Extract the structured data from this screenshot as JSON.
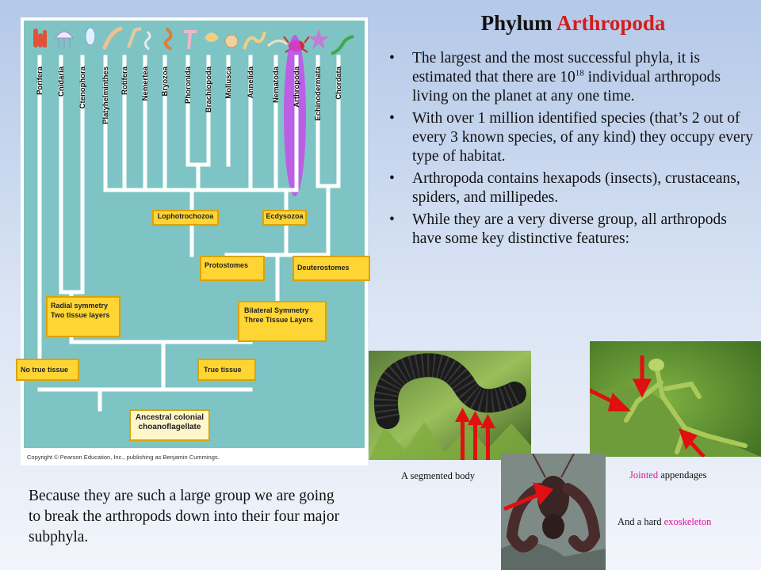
{
  "title": {
    "part1": "Phylum ",
    "part2": "Arthropoda"
  },
  "bullets": [
    {
      "text_before": "The largest and the most successful phyla, it is estimated that there are 10",
      "superscript": "18",
      "text_after": " individual arthropods living on the planet at any one time."
    },
    {
      "text": "With over 1 million identified species (that’s 2 out of every 3 known species, of any kind) they occupy every type of habitat."
    },
    {
      "text": "Arthropoda contains hexapods (insects), crustaceans, spiders, and millipedes."
    },
    {
      "text": "While they are a very diverse group, all arthropods have some key distinctive features:"
    }
  ],
  "bottom_text": "Because they are such a large group we are going to break the arthropods down into their four major subphyla.",
  "tree": {
    "taxa": [
      "Porifera",
      "Cnidaria",
      "Ctenophora",
      "Platyhelminthes",
      "Rotifera",
      "Nemertea",
      "Bryozoa",
      "Phoronida",
      "Brachiopoda",
      "Mollusca",
      "Annelida",
      "Nematoda",
      "Arthropoda",
      "Echinodermata",
      "Chordata"
    ],
    "highlight_taxon": "Arthropoda",
    "boxes": {
      "lophotrochozoa": "Lophotrochozoa",
      "ecdysozoa": "Ecdysozoa",
      "protostomes": "Protostomes",
      "deuterostomes": "Deuterostomes",
      "radial1": "Radial symmetry",
      "radial2": "Two tissue layers",
      "bilateral1": "Bilateral Symmetry",
      "bilateral2": "Three Tissue Layers",
      "no_true_tissue": "No true tissue",
      "true_tissue": "True tissue",
      "ancestral1": "Ancestral colonial",
      "ancestral2": "choanoflagellate"
    },
    "copyright": "Copyright © Pearson Education, Inc., publishing as Benjamin Cummings.",
    "colors": {
      "background": "#7fc4c4",
      "branch": "#ffffff",
      "box_fill": "#ffd535",
      "box_border": "#d9a400",
      "highlight": "#cc44ee"
    }
  },
  "captions": {
    "segmented": "A segmented body",
    "jointed_hl": "Jointed",
    "jointed_rest": " appendages",
    "exo_prefix": "And a hard ",
    "exo_hl": "exoskeleton"
  },
  "photos": [
    "millipede-photo",
    "mantis-photo",
    "lobster-photo"
  ],
  "accent_colors": {
    "title_highlight": "#d21d1d",
    "caption_highlight": "#e1129a",
    "arrow": "#e01010"
  }
}
